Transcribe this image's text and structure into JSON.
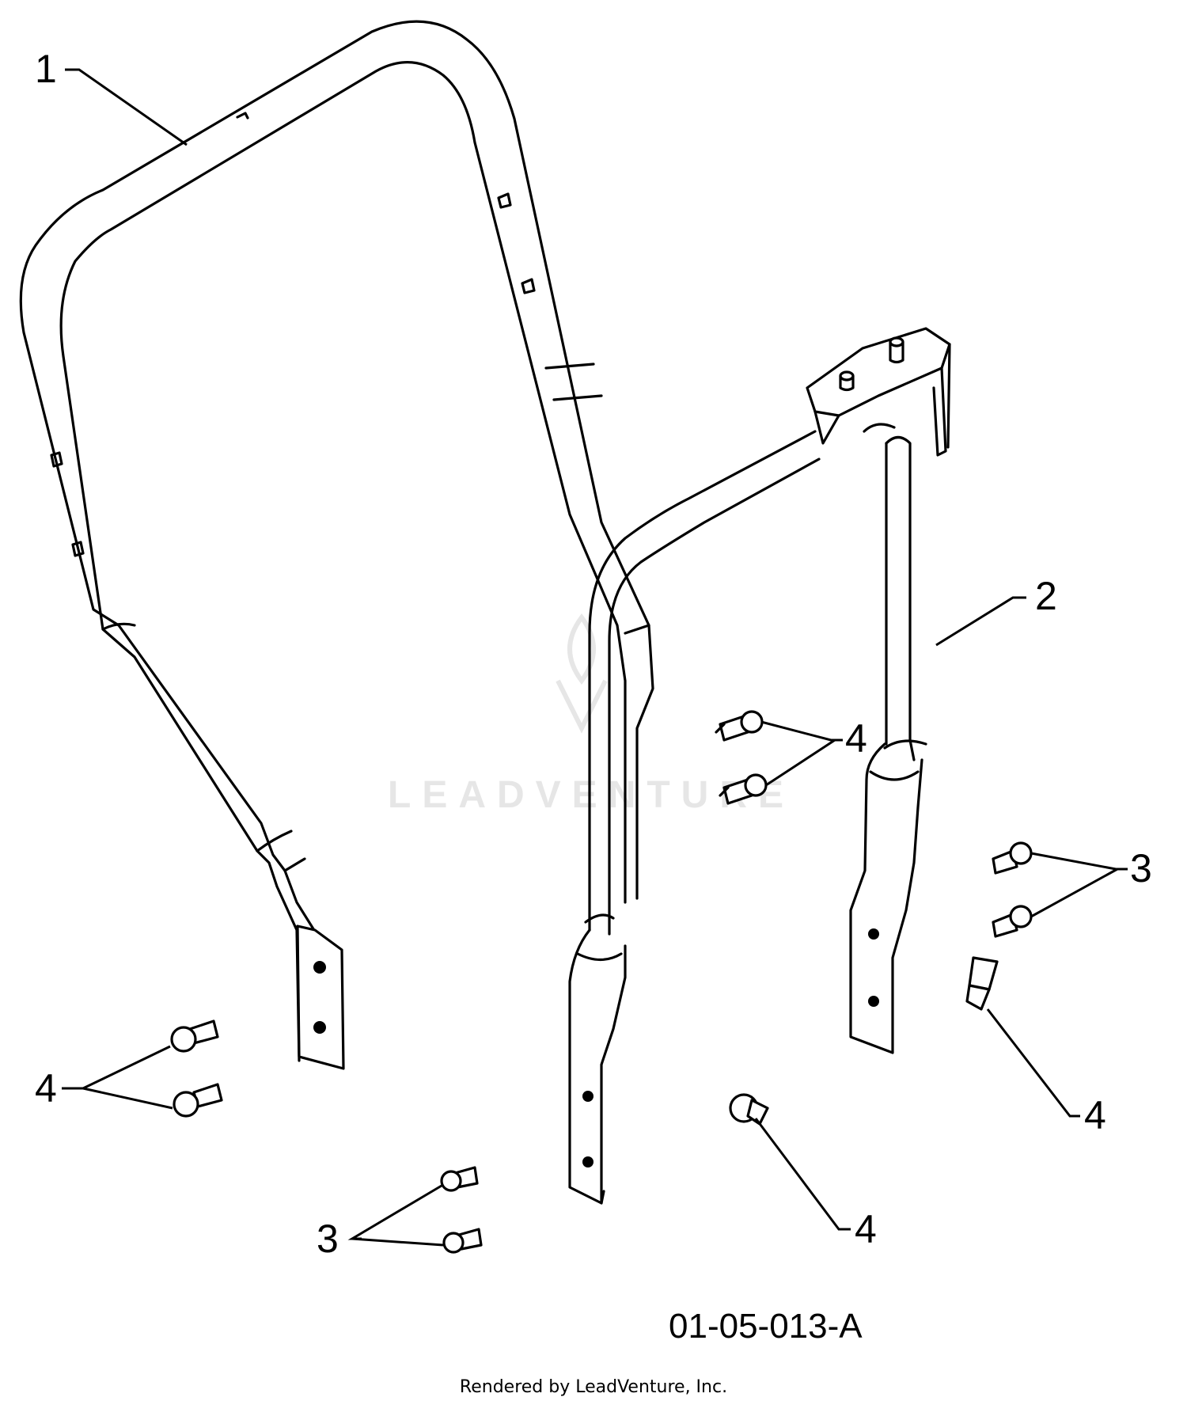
{
  "diagram": {
    "callouts": [
      {
        "id": "c1",
        "label": "1"
      },
      {
        "id": "c2",
        "label": "2"
      },
      {
        "id": "c4a",
        "label": "4"
      },
      {
        "id": "c3a",
        "label": "3"
      },
      {
        "id": "c4b",
        "label": "4"
      },
      {
        "id": "c4c",
        "label": "4"
      },
      {
        "id": "c3b",
        "label": "3"
      },
      {
        "id": "c4d",
        "label": "4"
      }
    ],
    "drawing_number": "01-05-013-A",
    "watermark": "LEADVENTURE"
  },
  "footer": {
    "credit": "Rendered by LeadVenture, Inc."
  }
}
